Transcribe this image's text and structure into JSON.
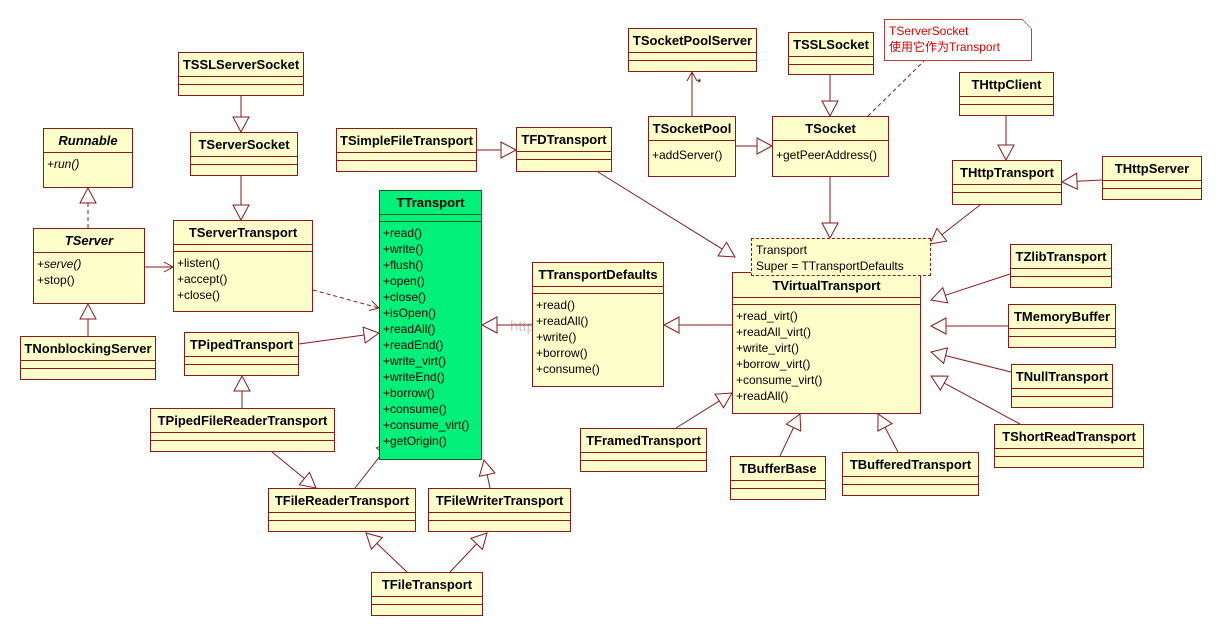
{
  "classes": {
    "runnable": {
      "name": "Runnable",
      "ops": [
        "+run()"
      ]
    },
    "tserver": {
      "name": "TServer",
      "ops": [
        "+serve()",
        "+stop()"
      ]
    },
    "tnonblocking": {
      "name": "TNonblockingServer"
    },
    "tsslserversocket": {
      "name": "TSSLServerSocket"
    },
    "tserversocket": {
      "name": "TServerSocket"
    },
    "tservertransport": {
      "name": "TServerTransport",
      "ops": [
        "+listen()",
        "+accept()",
        "+close()"
      ]
    },
    "tpipedtransport": {
      "name": "TPipedTransport"
    },
    "tpipedfilereader": {
      "name": "TPipedFileReaderTransport"
    },
    "tfilereader": {
      "name": "TFileReaderTransport"
    },
    "tfilewriter": {
      "name": "TFileWriterTransport"
    },
    "tfiletransport": {
      "name": "TFileTransport"
    },
    "tsimplefile": {
      "name": "TSimpleFileTransport"
    },
    "tfdtransport": {
      "name": "TFDTransport"
    },
    "ttransport": {
      "name": "TTransport",
      "ops": [
        "+read()",
        "+write()",
        "+flush()",
        "+open()",
        "+close()",
        "+isOpen()",
        "+readAll()",
        "+readEnd()",
        "+write_virt()",
        "+writeEnd()",
        "+borrow()",
        "+consume()",
        "+consume_virt()",
        "+getOrigin()"
      ]
    },
    "ttransportdefaults": {
      "name": "TTransportDefaults",
      "ops": [
        "+read()",
        "+readAll()",
        "+write()",
        "+borrow()",
        "+consume()"
      ]
    },
    "tsocketpoolserver": {
      "name": "TSocketPoolServer"
    },
    "tsocketpool": {
      "name": "TSocketPool",
      "ops": [
        "+addServer()"
      ]
    },
    "tsslsocket": {
      "name": "TSSLSocket"
    },
    "tsocket": {
      "name": "TSocket",
      "ops": [
        "+getPeerAddress()"
      ]
    },
    "thttpclient": {
      "name": "THttpClient"
    },
    "thttptransport": {
      "name": "THttpTransport"
    },
    "thttpserver": {
      "name": "THttpServer"
    },
    "tvirtualtransport": {
      "name": "TVirtualTransport",
      "ops": [
        "+read_virt()",
        "+readAll_virt()",
        "+write_virt()",
        "+borrow_virt()",
        "+consume_virt()",
        "+readAll()"
      ]
    },
    "tzlibtransport": {
      "name": "TZlibTransport"
    },
    "tmemorybuffer": {
      "name": "TMemoryBuffer"
    },
    "tnulltransport": {
      "name": "TNullTransport"
    },
    "tshortread": {
      "name": "TShortReadTransport"
    },
    "tframedtransport": {
      "name": "TFramedTransport"
    },
    "tbufferbase": {
      "name": "TBufferBase"
    },
    "tbufferedtransport": {
      "name": "TBufferedTransport"
    }
  },
  "notes": {
    "serversocket_note": {
      "line1": "TServerSocket",
      "line2": "使用它作为Transport"
    },
    "virtual_template": {
      "line1": "Transport",
      "line2": "Super = TTransportDefaults"
    }
  },
  "multiplicity_star": "*",
  "watermark": "http://blog.csdn.net/",
  "colors": {
    "class_fill": "#ffffcc",
    "class_border": "#8b1a1a",
    "highlight_fill": "#00f07a",
    "note_text": "#e00000",
    "edge": "#8b1a1a"
  }
}
